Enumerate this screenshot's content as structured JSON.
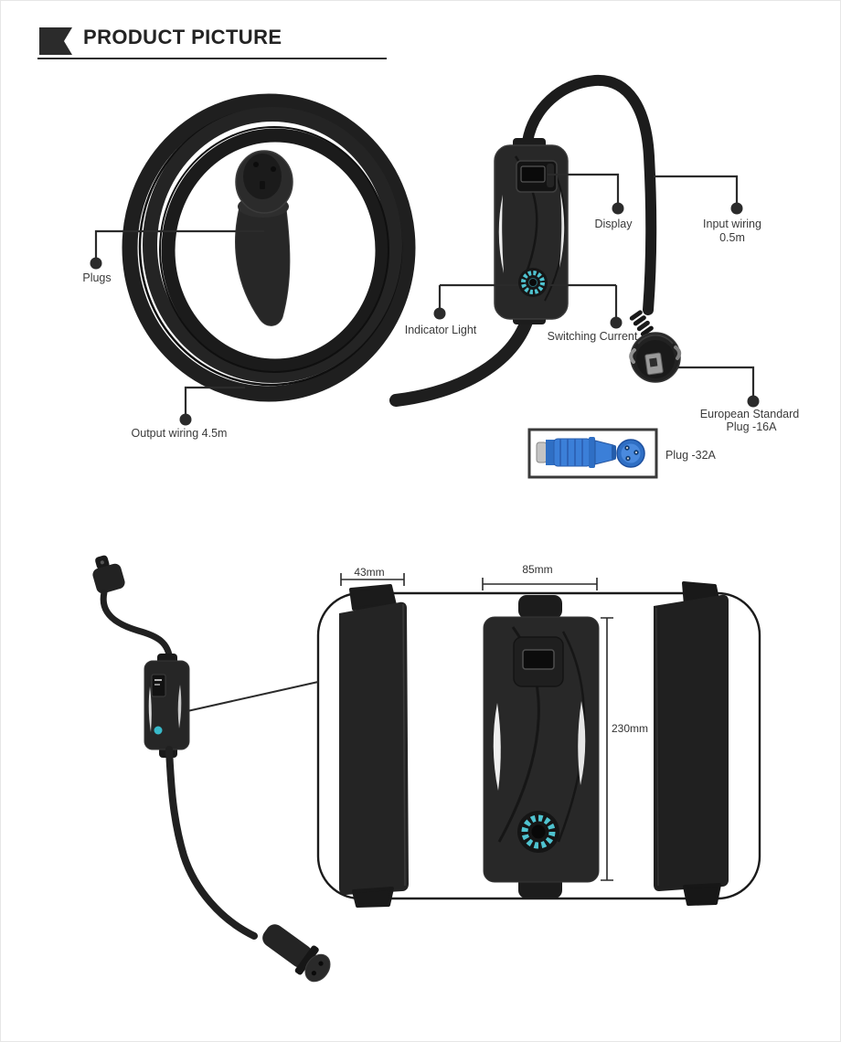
{
  "header": {
    "title": "PRODUCT PICTURE"
  },
  "figure_top": {
    "callouts": {
      "plugs": {
        "label": "Plugs"
      },
      "display": {
        "label": "Display"
      },
      "input_wiring": {
        "label": "Input wiring",
        "label2": "0.5m"
      },
      "indicator_light": {
        "label": "Indicator Light"
      },
      "switching_current": {
        "label": "Switching Current"
      },
      "output_wiring": {
        "label": "Output wiring 4.5m"
      },
      "european_standard": {
        "label": "European Standard",
        "label2": "Plug -16A"
      },
      "plug_32a": {
        "label": "Plug -32A"
      }
    }
  },
  "figure_bottom": {
    "dimensions": {
      "side_width": "43mm",
      "front_width": "85mm",
      "height": "230mm"
    }
  },
  "colors": {
    "indicator_teal": "#4fc3d0",
    "plug_blue": "#3b7fd8",
    "callout_ink": "#2b2b2b"
  }
}
